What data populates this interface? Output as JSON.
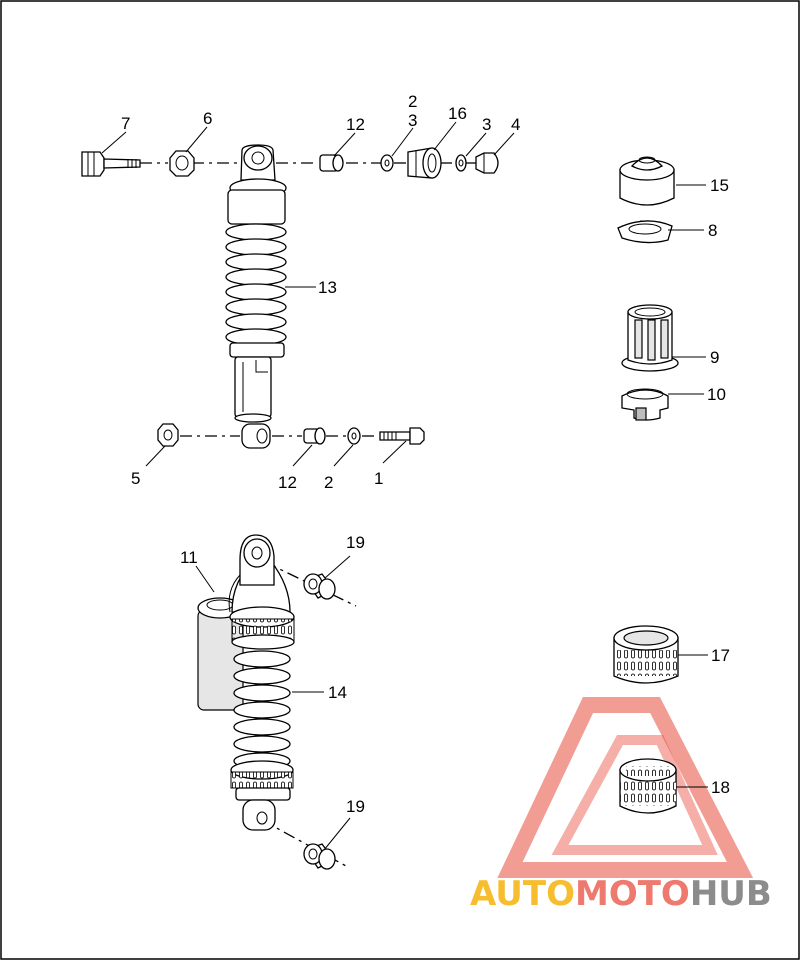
{
  "colors": {
    "frame": "#000000",
    "watermark_red": "#e84c3d",
    "watermark_yellow": "#f6bd2f",
    "watermark_grey": "#8c8c8c"
  },
  "callouts": {
    "c1": "1",
    "c2a": "2",
    "c2b": "2",
    "c3a": "3",
    "c3b": "3",
    "c4": "4",
    "c5": "5",
    "c6": "6",
    "c7": "7",
    "c8": "8",
    "c9": "9",
    "c10": "10",
    "c11": "11",
    "c12a": "12",
    "c12b": "12",
    "c13": "13",
    "c14": "14",
    "c15": "15",
    "c16": "16",
    "c17": "17",
    "c18": "18",
    "c19a": "19",
    "c19b": "19"
  },
  "watermark": {
    "part1": "AUTO",
    "part2": "MOTO",
    "part3": "HUB"
  }
}
